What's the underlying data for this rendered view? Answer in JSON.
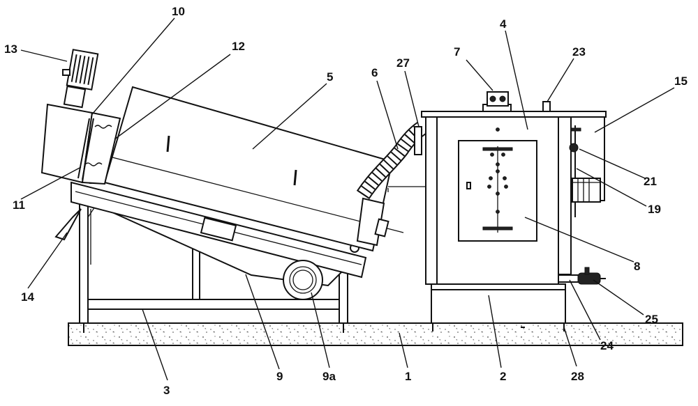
{
  "diagram": {
    "labels": [
      {
        "id": "13",
        "text": "13"
      },
      {
        "id": "10",
        "text": "10"
      },
      {
        "id": "12",
        "text": "12"
      },
      {
        "id": "5",
        "text": "5"
      },
      {
        "id": "6",
        "text": "6"
      },
      {
        "id": "27",
        "text": "27"
      },
      {
        "id": "7",
        "text": "7"
      },
      {
        "id": "4",
        "text": "4"
      },
      {
        "id": "23",
        "text": "23"
      },
      {
        "id": "15",
        "text": "15"
      },
      {
        "id": "21",
        "text": "21"
      },
      {
        "id": "19",
        "text": "19"
      },
      {
        "id": "8",
        "text": "8"
      },
      {
        "id": "25",
        "text": "25"
      },
      {
        "id": "24",
        "text": "24"
      },
      {
        "id": "28",
        "text": "28"
      },
      {
        "id": "2",
        "text": "2"
      },
      {
        "id": "1",
        "text": "1"
      },
      {
        "id": "9a",
        "text": "9a"
      },
      {
        "id": "9",
        "text": "9"
      },
      {
        "id": "3",
        "text": "3"
      },
      {
        "id": "14",
        "text": "14"
      },
      {
        "id": "11",
        "text": "11"
      }
    ]
  }
}
